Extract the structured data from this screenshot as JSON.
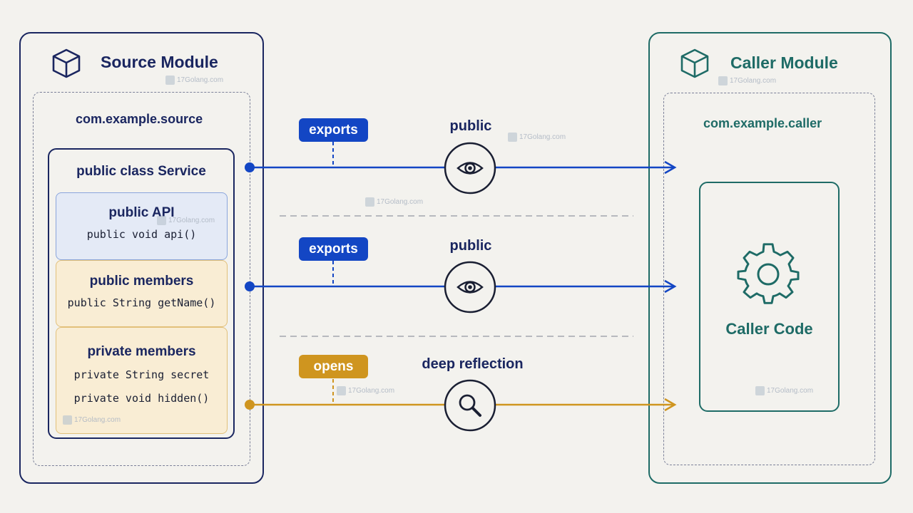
{
  "source_module": {
    "title": "Source Module",
    "package": "com.example.source",
    "class_title": "public class Service",
    "members": [
      {
        "title": "public API",
        "code": [
          "public void api()"
        ]
      },
      {
        "title": "public members",
        "code": [
          "public String getName()"
        ]
      },
      {
        "title": "private members",
        "code": [
          "private String secret",
          "private void hidden()"
        ]
      }
    ]
  },
  "caller_module": {
    "title": "Caller Module",
    "package": "com.example.caller",
    "code_label": "Caller Code"
  },
  "edges": [
    {
      "tag": "exports",
      "label": "public",
      "icon": "eye-icon",
      "color": "#1346c4"
    },
    {
      "tag": "exports",
      "label": "public",
      "icon": "eye-icon",
      "color": "#1346c4"
    },
    {
      "tag": "opens",
      "label": "deep reflection",
      "icon": "magnifier-icon",
      "color": "#cf951f"
    }
  ],
  "watermark": "17Golang.com",
  "colors": {
    "navy": "#1a2660",
    "teal": "#1e6b66",
    "blue": "#1346c4",
    "gold": "#cf951f"
  }
}
